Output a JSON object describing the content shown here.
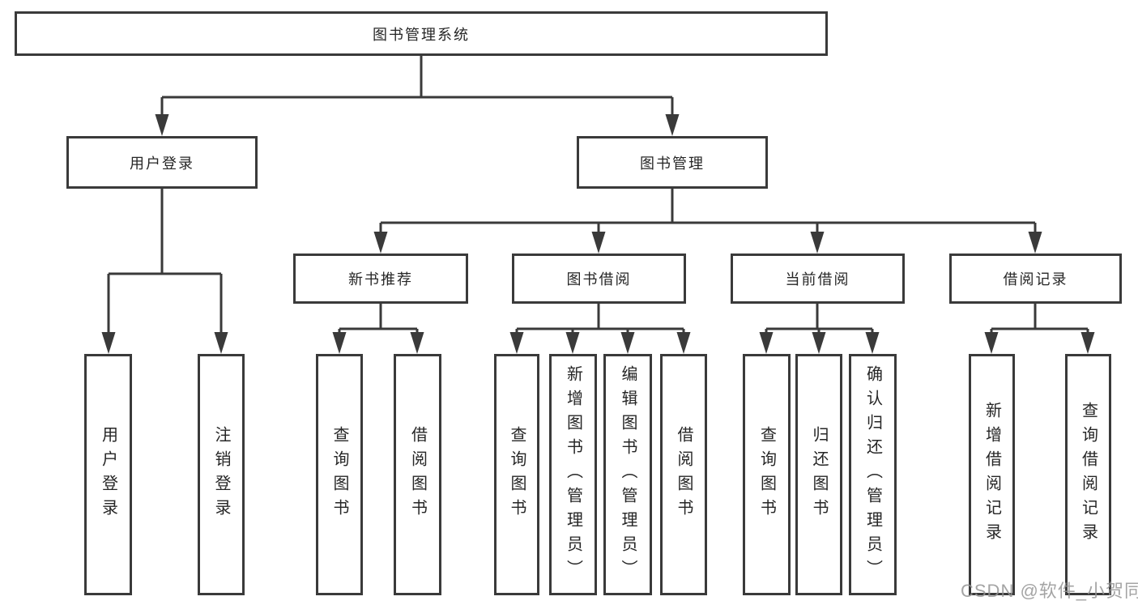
{
  "diagram": {
    "root": "图书管理系统",
    "branches": {
      "user_login": "用户登录",
      "book_management": "图书管理"
    },
    "modules": {
      "new_book_recommend": "新书推荐",
      "book_borrow": "图书借阅",
      "current_borrow": "当前借阅",
      "borrow_record": "借阅记录"
    },
    "leaves": {
      "user_login": "用户登录",
      "logout": "注销登录",
      "nb_query_book": "查询图书",
      "nb_borrow_book": "借阅图书",
      "bb_query_book": "查询图书",
      "bb_add_book_admin": "新增图书（管理员）",
      "bb_edit_book_admin": "编辑图书（管理员）",
      "bb_borrow_book": "借阅图书",
      "cb_query_book": "查询图书",
      "cb_return_book": "归还图书",
      "cb_confirm_return_admin": "确认归还（管理员）",
      "br_add_record": "新增借阅记录",
      "br_query_record": "查询借阅记录"
    }
  },
  "watermark": "CSDN @软件_小贺同学",
  "colors": {
    "line": "#3a3a3a",
    "text": "#262626",
    "background": "#ffffff",
    "watermark": "#949494"
  }
}
